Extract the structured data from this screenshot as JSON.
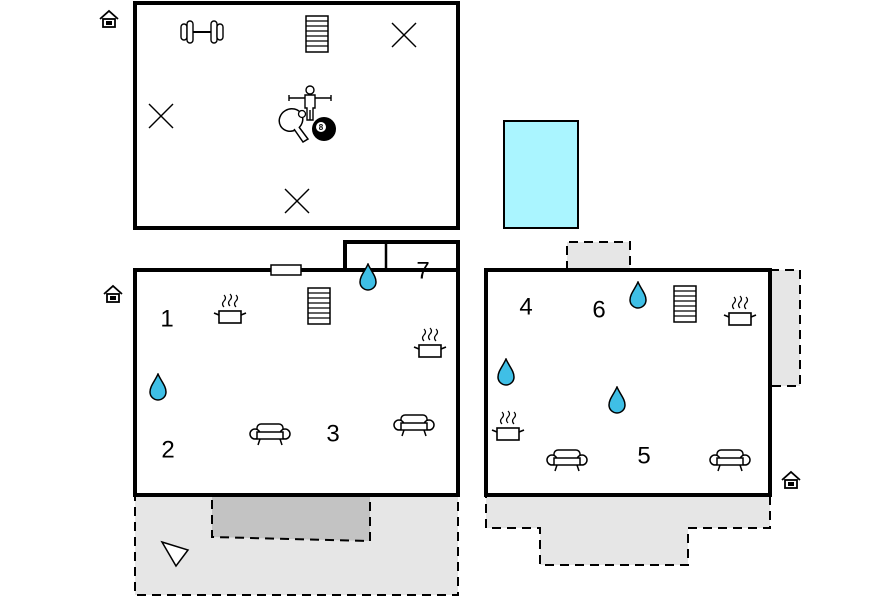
{
  "colors": {
    "wall": "#000000",
    "activity_room": "#c8f5b4",
    "pool": "#aaf5ff",
    "terrace": "#e6e6e6",
    "terrace_dark": "#c3c3c3",
    "water": "#3fbfe6"
  },
  "rooms": [
    {
      "id": "1",
      "label": "1"
    },
    {
      "id": "2",
      "label": "2"
    },
    {
      "id": "3",
      "label": "3"
    },
    {
      "id": "4",
      "label": "4"
    },
    {
      "id": "5",
      "label": "5"
    },
    {
      "id": "6",
      "label": "6"
    },
    {
      "id": "7",
      "label": "7"
    }
  ],
  "icons": {
    "fitness": "dumbbell-icon",
    "table_football": "foosball-icon",
    "table_tennis": "ping-pong-icon",
    "billiards": "billiard-ball-icon",
    "billiard_number": "8",
    "bathroom": "water-drop-icon",
    "kitchen": "cooking-pot-icon",
    "living": "sofa-icon",
    "stairs": "stairs-icon",
    "entrance": "entrance-house-icon",
    "bed": "bed-cross-icon",
    "compass": "north-arrow-icon"
  }
}
